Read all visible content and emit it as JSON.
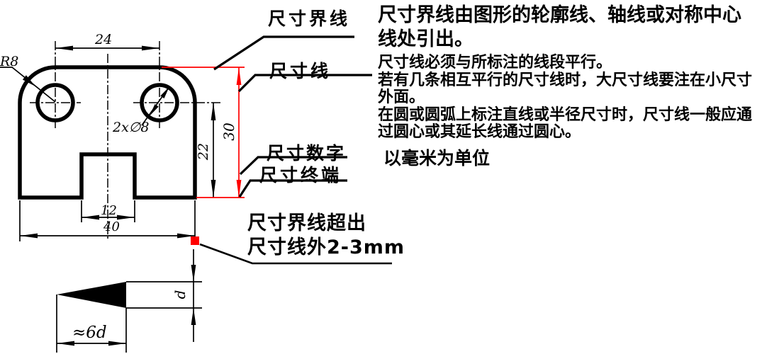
{
  "figure": {
    "dimensions": {
      "hole_spacing": "24",
      "right_height": "22",
      "total_height": "30",
      "notch_width": "12",
      "total_width": "40",
      "corner_radius": "R8",
      "holes": "2x∅8"
    },
    "arrowhead_detail": {
      "height": "d",
      "length": "≈6d"
    }
  },
  "callouts": {
    "extension_line": "尺寸界线",
    "dimension_line": "尺寸线",
    "dimension_number": "尺寸数字",
    "dimension_terminal": "尺寸终端",
    "protrusion_line1": "尺寸界线超出",
    "protrusion_line2": "尺寸线外2-3mm"
  },
  "notes": {
    "extension_note_lines": [
      "尺寸界线由图形的轮廓线、轴线或对称中心",
      "线处引出。"
    ],
    "dimension_note_lines": [
      "尺寸线必须与所标注的线段平行。",
      "若有几条相互平行的尺寸线时，大尺寸线要注在小尺寸",
      "外面。",
      "在圆或圆弧上标注直线或半径尺寸时，尺寸线一般应通",
      "过圆心或其延长线通过圆心。"
    ],
    "unit_note": "以毫米为单位"
  },
  "colors": {
    "ink": "#000000",
    "highlight": "#ff0000"
  }
}
